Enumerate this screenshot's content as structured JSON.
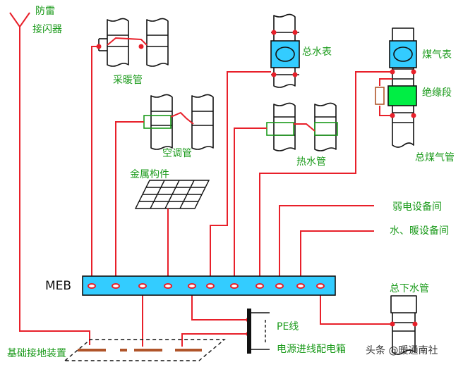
{
  "labels": {
    "lightning_rod_1": "防雷",
    "lightning_rod_2": "接闪器",
    "heating_pipe": "采暖管",
    "ac_pipe": "空调管",
    "metal_component": "金属构件",
    "water_meter": "总水表",
    "hot_water_pipe": "热水管",
    "gas_meter": "煤气表",
    "insulation_section": "绝缘段",
    "main_gas_pipe": "总煤气管",
    "weak_current_room": "弱电设备间",
    "water_heating_room": "水、暖设备间",
    "meb": "MEB",
    "main_drain_pipe": "总下水管",
    "pe_line": "PE线",
    "power_distribution_box": "电源进线配电箱",
    "foundation_grounding": "基础接地装置",
    "watermark": "头条 @暖通南社"
  },
  "colors": {
    "wire": "#e8202a",
    "label": "#1a9a1a",
    "meb_bar": "#33ccff",
    "meter": "#33ccff",
    "insulation": "#00ee44"
  }
}
